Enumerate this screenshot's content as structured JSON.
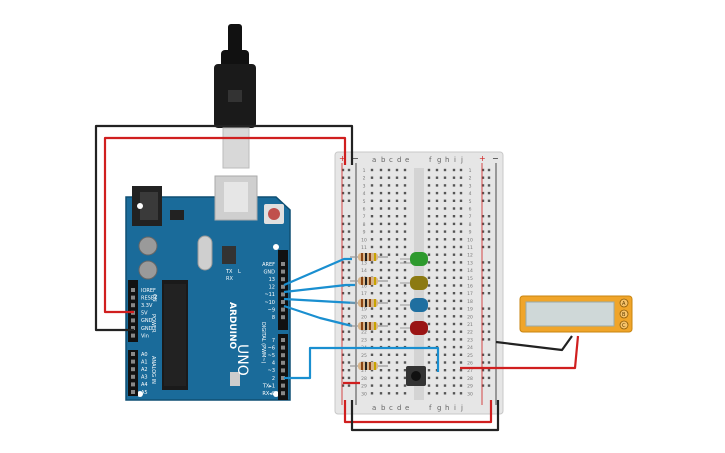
{
  "arduino": {
    "brand": "ARDUINO",
    "model": "UNO",
    "on_label": "ON",
    "digital_label": "DIGITAL (PWM~)",
    "power_label": "POWER",
    "analog_label": "ANALOG IN",
    "tx_label": "TX",
    "rx_label": "RX",
    "l_label": "L",
    "power_pins": [
      "IOREF",
      "RESET",
      "3.3V",
      "5V",
      "GND",
      "GND",
      "Vin"
    ],
    "analog_pins": [
      "A0",
      "A1",
      "A2",
      "A3",
      "A4",
      "A5"
    ],
    "digital_pins_top": [
      "AREF",
      "GND",
      "13",
      "12",
      "~11",
      "~10",
      "~9",
      "8"
    ],
    "digital_pins_bottom": [
      "7",
      "~6",
      "~5",
      "4",
      "~3",
      "2",
      "TX▸1",
      "RX◂0"
    ]
  },
  "breadboard": {
    "plus": "+",
    "minus": "−",
    "cols_left": [
      "a",
      "b",
      "c",
      "d",
      "e"
    ],
    "cols_right": [
      "f",
      "g",
      "h",
      "i",
      "j"
    ],
    "rows": 30
  },
  "leds": [
    {
      "color": "#2e9a2e"
    },
    {
      "color": "#8c7a12"
    },
    {
      "color": "#1f6fa0"
    },
    {
      "color": "#9a1414"
    }
  ],
  "display": {
    "pins": [
      "A",
      "B",
      "C"
    ],
    "value": ""
  },
  "wire_colors": {
    "red": "#d01f1f",
    "black": "#222222",
    "blue": "#1a8fd0"
  }
}
